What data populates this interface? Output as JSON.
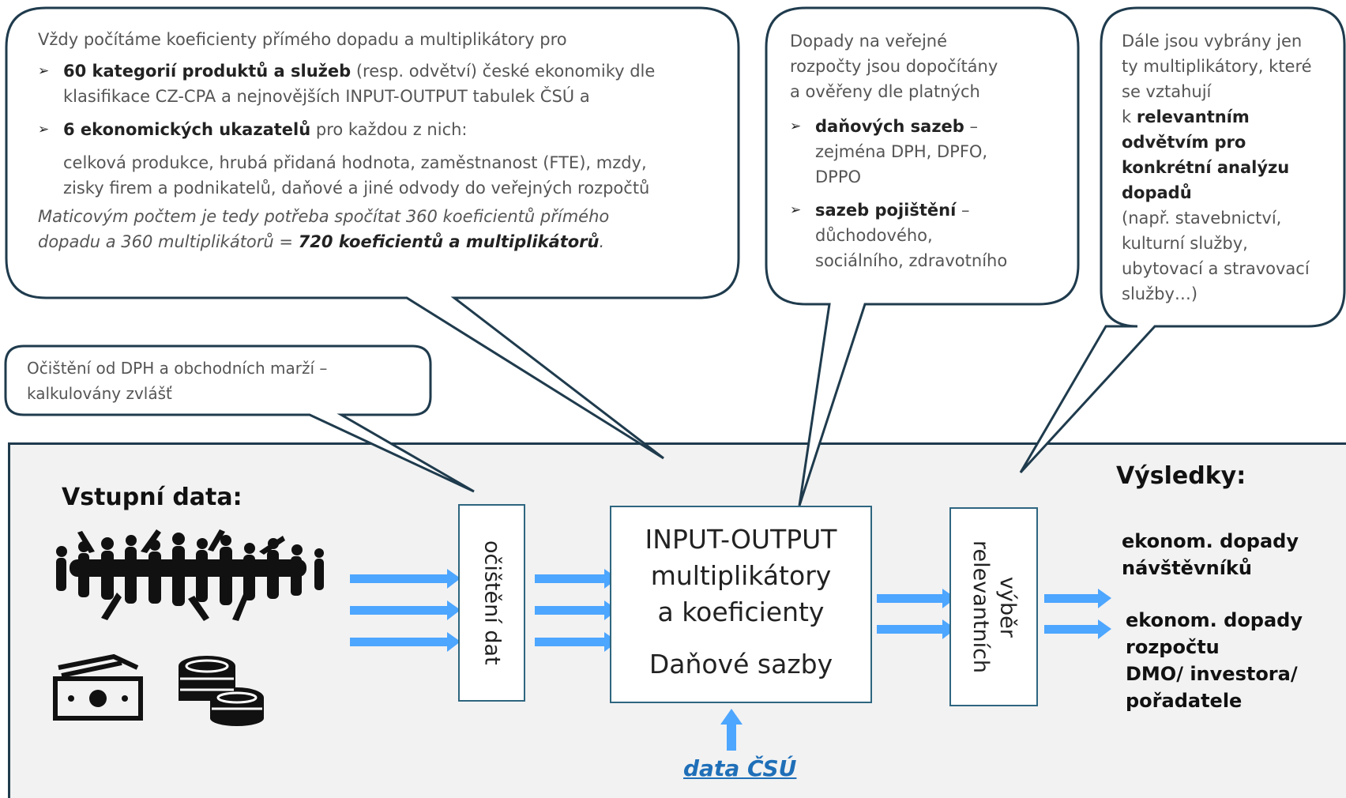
{
  "callout_top_left": {
    "intro": "Vždy počítáme koeficienty přímého dopadu a multiplikátory pro",
    "bullet1_bold": "60 kategorií produktů a služeb",
    "bullet1_rest": " (resp. odvětví) české ekonomiky dle",
    "bullet1_line2": "klasifikace CZ-CPA a nejnovějších INPUT-OUTPUT tabulek ČSÚ a",
    "bullet2_bold": "6 ekonomických ukazatelů",
    "bullet2_rest": " pro každou z nich:",
    "indicators_line1": "celková produkce, hrubá přidaná hodnota, zaměstnanost (FTE), mzdy,",
    "indicators_line2": "zisky firem a podnikatelů, daňové a jiné odvody do veřejných rozpočtů",
    "italic_line1": "Maticovým počtem je tedy potřeba spočítat 360 koeficientů přímého",
    "italic_line2_plain": "dopadu a 360 multiplikátorů = ",
    "italic_line2_bold": "720 koeficientů a multiplikátorů",
    "italic_line2_end": "."
  },
  "callout_middle": {
    "line1": "Dopady na veřejné",
    "line2": "rozpočty jsou dopočítány",
    "line3": "a ověřeny dle platných",
    "b1_bold": "daňových sazeb",
    "b1_dash": " –",
    "b1_line2": "zejména DPH, DPFO,",
    "b1_line3": "DPPO",
    "b2_bold": "sazeb pojištění",
    "b2_dash": " –",
    "b2_line2": "důchodového,",
    "b2_line3": "sociálního, zdravotního"
  },
  "callout_right": {
    "line1": "Dále jsou vybrány jen",
    "line2": "ty multiplikátory, které",
    "line3": "se vztahují",
    "line4_pre": "k ",
    "line4_bold": "relevantním",
    "line5_bold": "odvětvím pro",
    "line6_bold": "konkrétní analýzu",
    "line7_bold": "dopadů",
    "line8": "(např. stavebnictví,",
    "line9": "kulturní služby,",
    "line10": "ubytovací a stravovací",
    "line11": "služby…)"
  },
  "callout_small": {
    "line1": "Očištění od DPH a obchodních marží –",
    "line2": "kalkulovány zvlášť"
  },
  "flow": {
    "input_title": "Vstupní data:",
    "cleaning_label": "očištění dat",
    "io_line1": "INPUT-OUTPUT",
    "io_line2": "multiplikátory",
    "io_line3": "a koeficienty",
    "io_line4": "Daňové sazby",
    "data_source": "data ČSÚ",
    "selection_line1": "výběr",
    "selection_line2": "relevantních",
    "results_title": "Výsledky:",
    "result1_line1": "ekonom. dopady",
    "result1_line2": "návštěvníků",
    "result2_line1": "ekonom. dopady",
    "result2_line2": "rozpočtu",
    "result2_line3": "DMO/ investora/",
    "result2_line4": "pořadatele"
  },
  "colors": {
    "arrow": "#4da6ff",
    "box_border": "#2e6680",
    "callout_border": "#1f3b4d",
    "panel": "#f2f2f2",
    "link": "#1f6fb8"
  },
  "icons": [
    "crowd-icon",
    "banknote-icon",
    "coins-icon"
  ]
}
